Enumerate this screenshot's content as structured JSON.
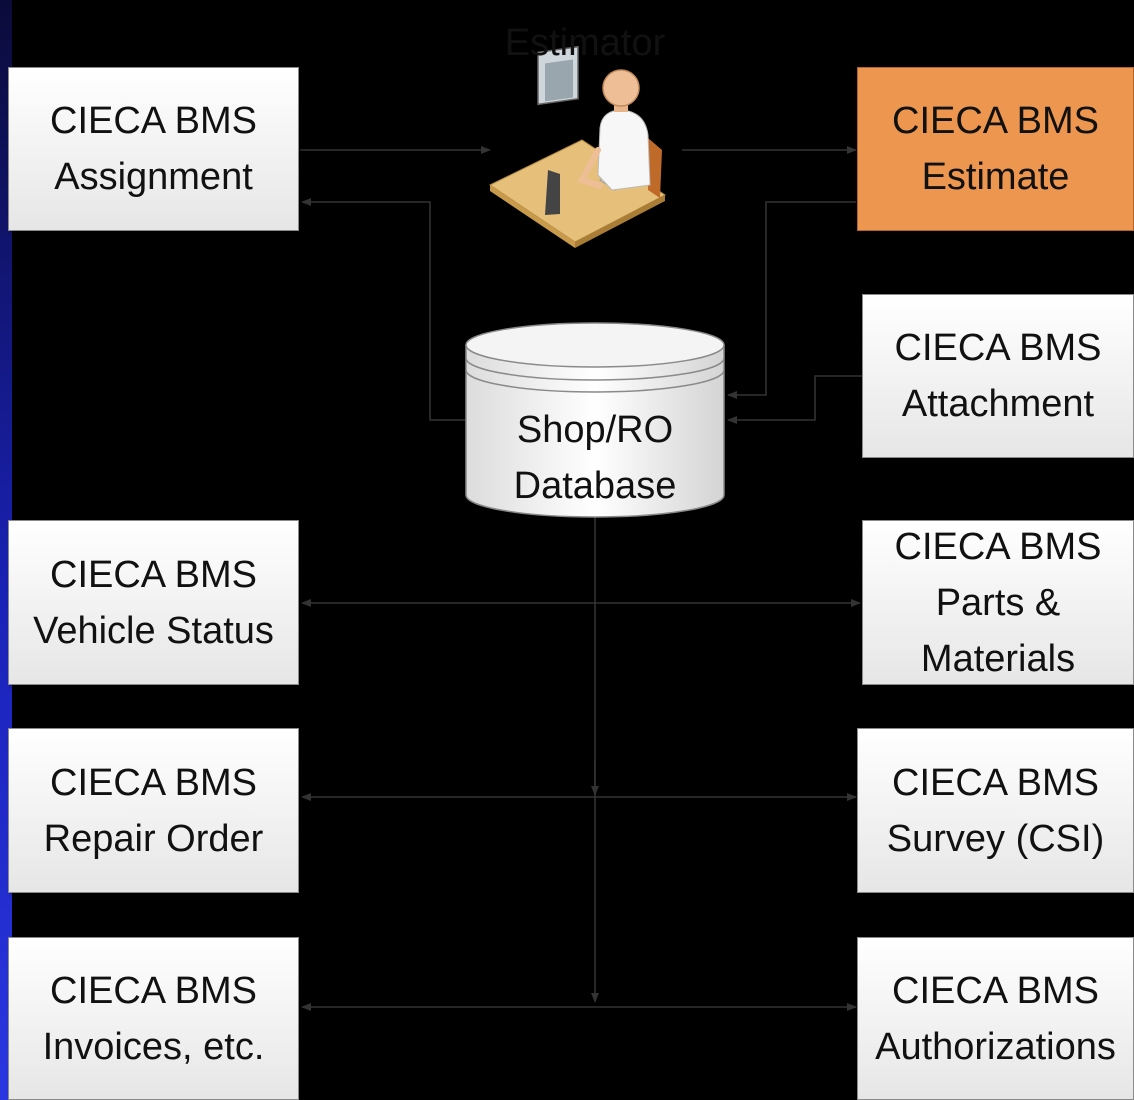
{
  "estimator": {
    "label": "Estimator"
  },
  "database": {
    "line1": "Shop/RO",
    "line2": "Database"
  },
  "boxes": {
    "assignment": {
      "line1": "CIECA BMS",
      "line2": "Assignment"
    },
    "estimate": {
      "line1": "CIECA BMS",
      "line2": "Estimate"
    },
    "attachment": {
      "line1": "CIECA BMS",
      "line2": "Attachment"
    },
    "vehicle_status": {
      "line1": "CIECA BMS",
      "line2": "Vehicle Status"
    },
    "parts": {
      "line1": "CIECA BMS",
      "line2": "Parts &",
      "line3": "Materials"
    },
    "repair_order": {
      "line1": "CIECA BMS",
      "line2": "Repair Order"
    },
    "survey": {
      "line1": "CIECA BMS",
      "line2": "Survey (CSI)"
    },
    "invoices": {
      "line1": "CIECA BMS",
      "line2": "Invoices, etc."
    },
    "authorizations": {
      "line1": "CIECA BMS",
      "line2": "Authorizations"
    }
  },
  "colors": {
    "estimate_fill": "#ec9650",
    "box_border": "#8a8a8a",
    "connector": "#333333"
  },
  "icons": {
    "estimator": "person-at-computer-icon",
    "database": "database-cylinder-icon"
  }
}
